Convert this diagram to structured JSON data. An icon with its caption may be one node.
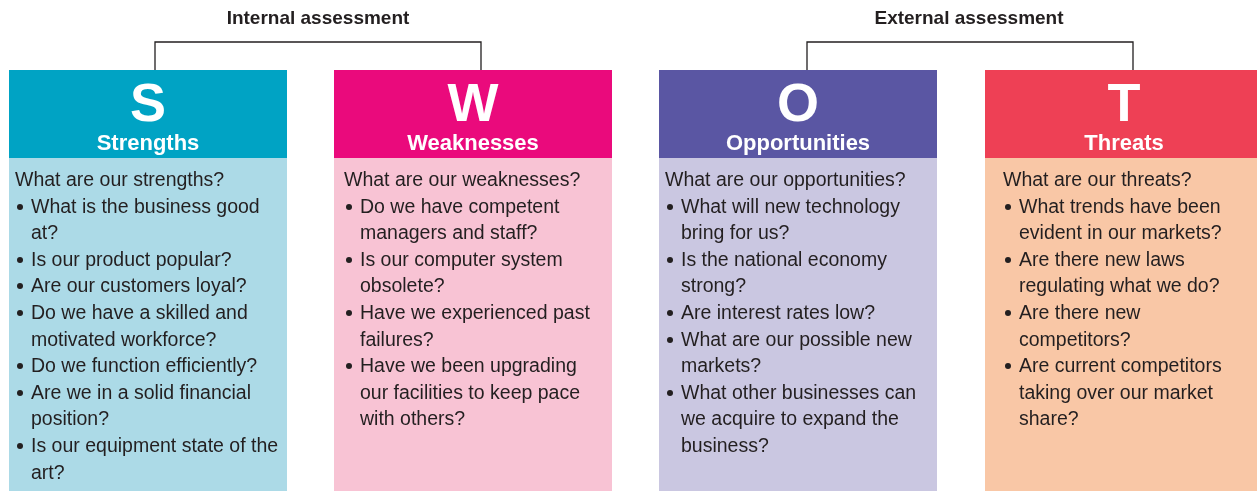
{
  "diagram": {
    "nodes": [
      {
        "text": [
          "S",
          "Strengths",
          "What are our strengths?",
          "What is the business good at?",
          "Is our product popular?",
          "Are our customers loyal?",
          "Do we have a skilled and motivated workforce?",
          "Do we function efficiently?",
          "Are we in a solid financial position?",
          "Is our equipment state of the art?"
        ]
      },
      {
        "text": [
          "W",
          "Weaknesses",
          "What are our weaknesses?",
          "Do we have competent managers and staff?",
          "Is our computer system obsolete?",
          "Have we experienced past failures?",
          "Have we been upgrading our facilities to keep pace with others?"
        ]
      },
      {
        "text": [
          "O",
          "Opportunities",
          "What are our opportunities?",
          "What will new technology bring for us?",
          "Is the national economy strong?",
          "Are interest rates low?",
          "What are our possible new markets?",
          "What other businesses can we acquire to expand the business?"
        ]
      },
      {
        "text": [
          "T",
          "Threats",
          "What are our threats?",
          "What trends have been evident in our markets?",
          "Are there new laws regulating what we do?",
          "Are there new competitors?",
          "Are current competitors taking over our market share?"
        ]
      }
    ],
    "labels": [
      "Internal assessment",
      "External assessment"
    ]
  }
}
